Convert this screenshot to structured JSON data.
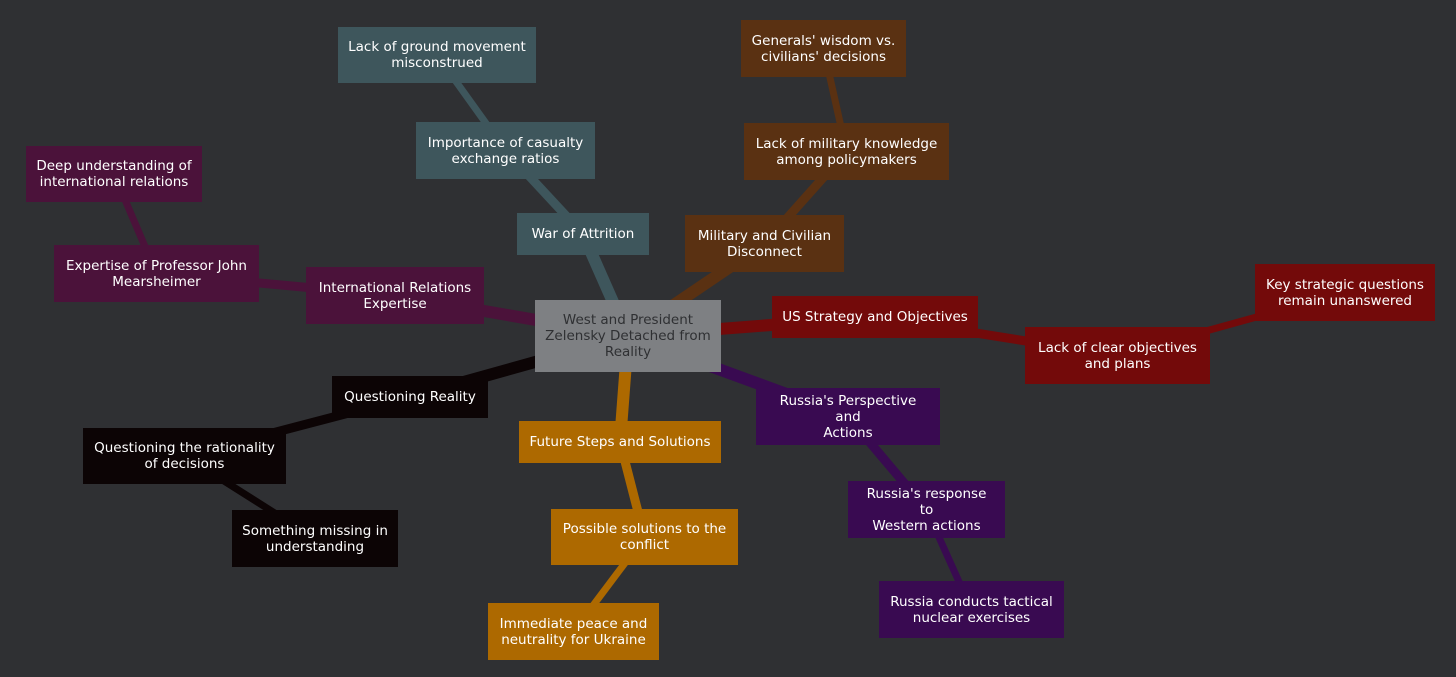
{
  "colors": {
    "background": "#2f3033",
    "root": "#7e8083",
    "war_of_attrition": "#3e565c",
    "military_civilian": "#5a3112",
    "international_relations": "#4b123a",
    "us_strategy": "#730a0a",
    "questioning_reality": "#0c0405",
    "future_steps": "#ad6900",
    "russia_perspective": "#390a51"
  },
  "nodes": {
    "root": "West and President\nZelensky Detached from\nReality",
    "war_of_attrition": "War of Attrition",
    "casualty_ratios": "Importance of casualty\nexchange ratios",
    "ground_movement": "Lack of ground movement\nmisconstrued",
    "military_civilian": "Military and Civilian\nDisconnect",
    "military_knowledge": "Lack of military knowledge\namong policymakers",
    "generals_wisdom": "Generals' wisdom vs.\ncivilians' decisions",
    "ir_expertise": "International Relations\nExpertise",
    "mearsheimer": "Expertise of Professor John\nMearsheimer",
    "deep_understanding": "Deep understanding of\ninternational relations",
    "us_strategy": "US Strategy and Objectives",
    "clear_objectives": "Lack of clear objectives\nand plans",
    "strategic_questions": "Key strategic questions\nremain unanswered",
    "questioning_reality": "Questioning Reality",
    "rationality": "Questioning the rationality\nof decisions",
    "something_missing": "Something missing in\nunderstanding",
    "future_steps": "Future Steps and Solutions",
    "possible_solutions": "Possible solutions to the\nconflict",
    "immediate_peace": "Immediate peace and\nneutrality for Ukraine",
    "russia_perspective": "Russia's Perspective and\nActions",
    "russia_response": "Russia's response to\nWestern actions",
    "nuclear_exercises": "Russia conducts tactical\nnuclear exercises"
  }
}
